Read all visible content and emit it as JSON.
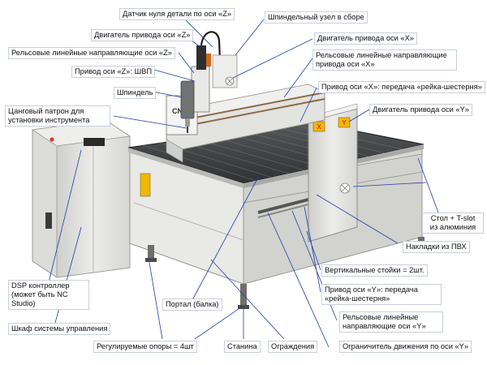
{
  "machine": {
    "gantry_plate_text": "CN",
    "badge_x": "X",
    "badge_y": "Y"
  },
  "colors": {
    "leader_line": "#1f3fa8",
    "label_border": "#c9cfe0",
    "machine_body": "#e6e6e3",
    "table_surface": "#3f4143",
    "warning_badge": "#f2b705"
  },
  "labels": {
    "z_zero_sensor": "Датчик нуля детали по оси «Z»",
    "z_drive_motor": "Двигатель привода оси «Z»",
    "z_linear_rails": "Рельсовые линейные направляющие оси «Z»",
    "z_drive_ballscrew": "Привод оси «Z»: ШВП",
    "spindle": "Шпиндель",
    "collet_chuck_l1": "Цанговый патрон для",
    "collet_chuck_l2": "установки инструмента",
    "dsp_controller_l1": "DSP контроллер",
    "dsp_controller_l2": "(может быть NC",
    "dsp_controller_l3": "Studio)",
    "control_cabinet": "Шкаф системы управления",
    "adjustable_feet": "Регулируемые опоры = 4шт",
    "frame": "Станина",
    "guards": "Ограждения",
    "spindle_assembly": "Шпиндельный узел в сборе",
    "x_drive_motor": "Двигатель привода оси «X»",
    "x_linear_rails_l1": "Рельсовые линейные направляющие",
    "x_linear_rails_l2": "привода оси «X»",
    "x_drive_rack": "Привод оси «X»: передача «рейка-шестерня»",
    "y_drive_motor": "Двигатель привода оси «Y»",
    "table_tslot_l1": "Стол + T-slot",
    "table_tslot_l2": "из алюминия",
    "pvc_covers": "Накладки из ПВХ",
    "vertical_posts": "Вертикальные стойки = 2шт.",
    "y_drive_rack_l1": "Привод оси «Y»: передача",
    "y_drive_rack_l2": "«рейка-шестерня»",
    "y_linear_rails_l1": "Рельсовые линейные",
    "y_linear_rails_l2": "направляющие оси «Y»",
    "y_travel_limiter": "Ограничитель движения по оси «Y»",
    "portal_gantry": "Портал (балка)"
  }
}
